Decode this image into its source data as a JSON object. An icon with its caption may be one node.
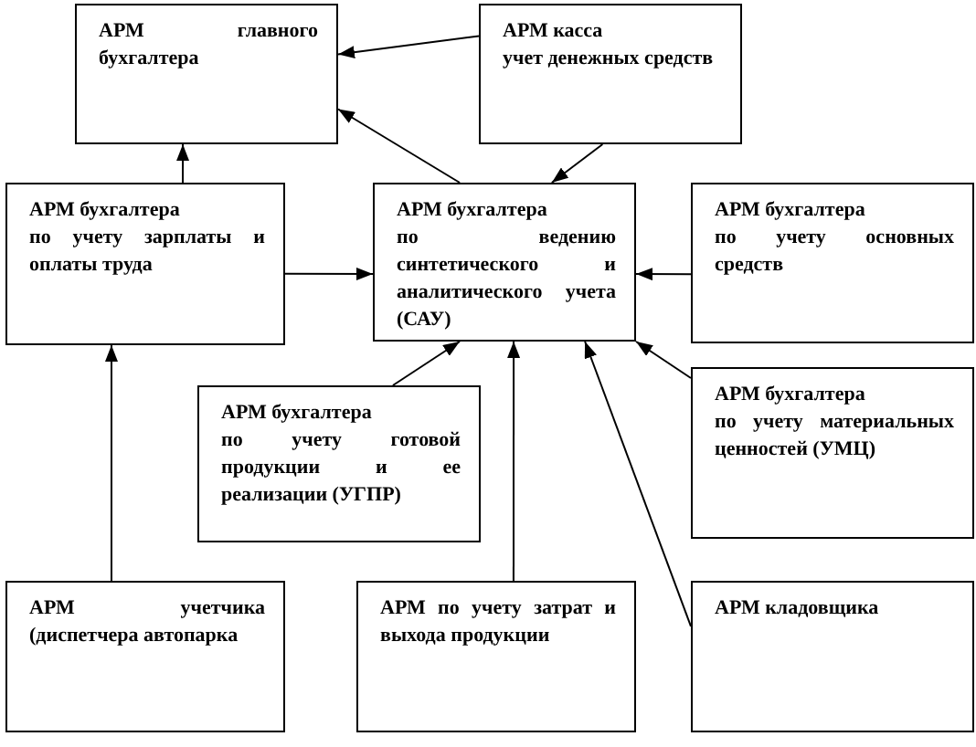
{
  "diagram": {
    "nodes": [
      {
        "text": [
          "АРМ главного бухгалтера"
        ]
      },
      {
        "text": [
          "АРМ касса",
          "учет денежных средств"
        ]
      },
      {
        "text": [
          "АРМ бухгалтера",
          "по учету зарплаты и оплаты труда"
        ]
      },
      {
        "text": [
          "АРМ бухгалтера",
          "по ведению синтетического и аналитического учета (САУ)"
        ]
      },
      {
        "text": [
          "АРМ бухгалтера",
          "по учету основных средств"
        ]
      },
      {
        "text": [
          "АРМ бухгалтера",
          "по учету готовой продукции и ее реализации (УГПР)"
        ]
      },
      {
        "text": [
          "АРМ бухгалтера",
          "по учету материальных ценностей (УМЦ)"
        ]
      },
      {
        "text": [
          "АРМ учетчика (диспетчера автопарка"
        ]
      },
      {
        "text": [
          "АРМ по учету затрат и выхода продукции"
        ]
      },
      {
        "text": [
          "АРМ кладовщика"
        ]
      }
    ],
    "edges": [
      {
        "from": 1,
        "to": 0,
        "arrow": "to"
      },
      {
        "from": 3,
        "to": 0,
        "arrow": "to"
      },
      {
        "from": 1,
        "to": 3,
        "arrow": "to"
      },
      {
        "from": 2,
        "to": 0,
        "arrow": "to"
      },
      {
        "from": 2,
        "to": 3,
        "arrow": "to"
      },
      {
        "from": 4,
        "to": 3,
        "arrow": "to"
      },
      {
        "from": 5,
        "to": 3,
        "arrow": "to"
      },
      {
        "from": 7,
        "to": 2,
        "arrow": "to"
      },
      {
        "from": 8,
        "to": 3,
        "arrow": "to"
      },
      {
        "from": 9,
        "to": 3,
        "arrow": "to"
      },
      {
        "from": 6,
        "to": 3,
        "arrow": "to"
      }
    ]
  }
}
